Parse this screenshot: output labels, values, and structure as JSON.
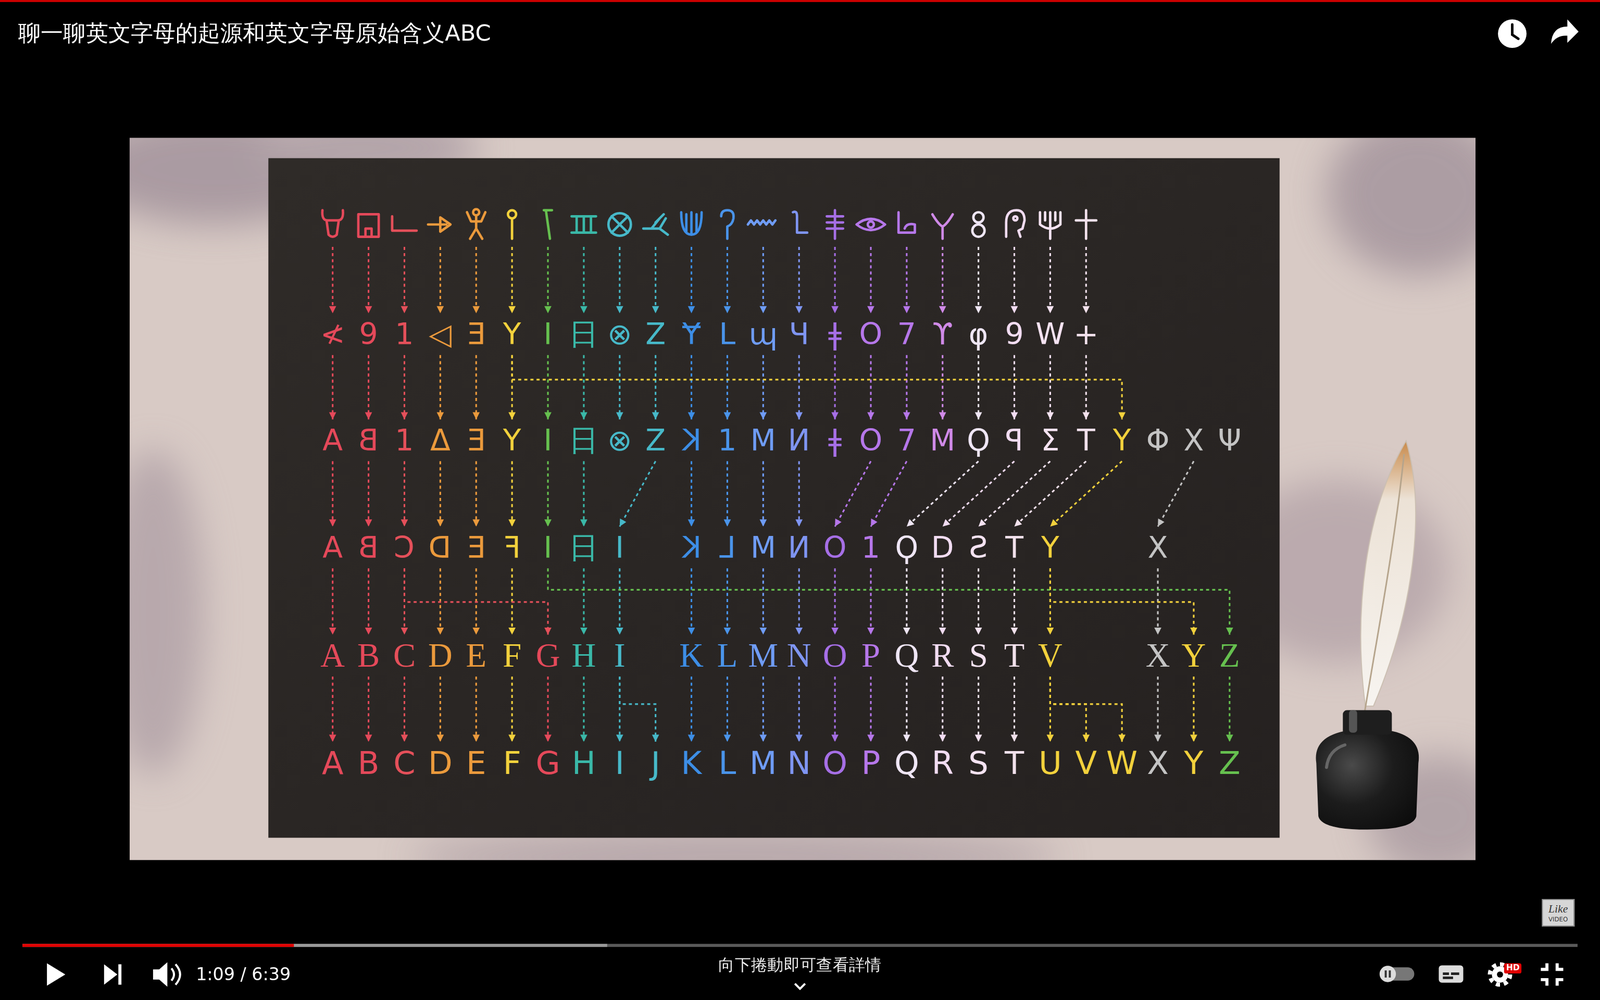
{
  "diagram": {
    "title": "聊一聊英文字母的起源和英文字母原始含义ABC",
    "nodes": [
      {
        "text": [
          "HD"
        ]
      },
      {
        "text": [
          "Like",
          "VIDEO"
        ]
      }
    ],
    "labels": [
      "≮",
      "9",
      "1",
      "◁",
      "E",
      "Y",
      "I",
      "日",
      "⊗",
      "Z",
      "Ɏ",
      "L",
      "ɰ",
      "Ч",
      "ǂ",
      "O",
      "7",
      "ϒ",
      "φ",
      "9",
      "W",
      "+",
      "A",
      "B",
      "1",
      "Δ",
      "E",
      "Y",
      "I",
      "日",
      "⊗",
      "Z",
      "K",
      "1",
      "M",
      "N",
      "ǂ",
      "O",
      "7",
      "M",
      "Ϙ",
      "P",
      "Σ",
      "T",
      "Y",
      "Φ",
      "X",
      "Ψ",
      "A",
      "B",
      "C",
      "D",
      "E",
      "F",
      "I",
      "日",
      "I",
      "K",
      "L",
      "M",
      "N",
      "O",
      "1",
      "Ϙ",
      "D",
      "Ƨ",
      "T",
      "Y",
      "X",
      "A",
      "B",
      "C",
      "D",
      "E",
      "F",
      "G",
      "H",
      "I",
      "K",
      "L",
      "M",
      "N",
      "O",
      "P",
      "Q",
      "R",
      "S",
      "T",
      "V",
      "X",
      "Y",
      "Z",
      "A",
      "B",
      "C",
      "D",
      "E",
      "F",
      "G",
      "H",
      "I",
      "J",
      "K",
      "L",
      "M",
      "N",
      "O",
      "P",
      "Q",
      "R",
      "S",
      "T",
      "U",
      "V",
      "W",
      "X",
      "Y",
      "Z",
      "1:09 / 6:39",
      "向下捲動即可查看詳情"
    ]
  }
}
